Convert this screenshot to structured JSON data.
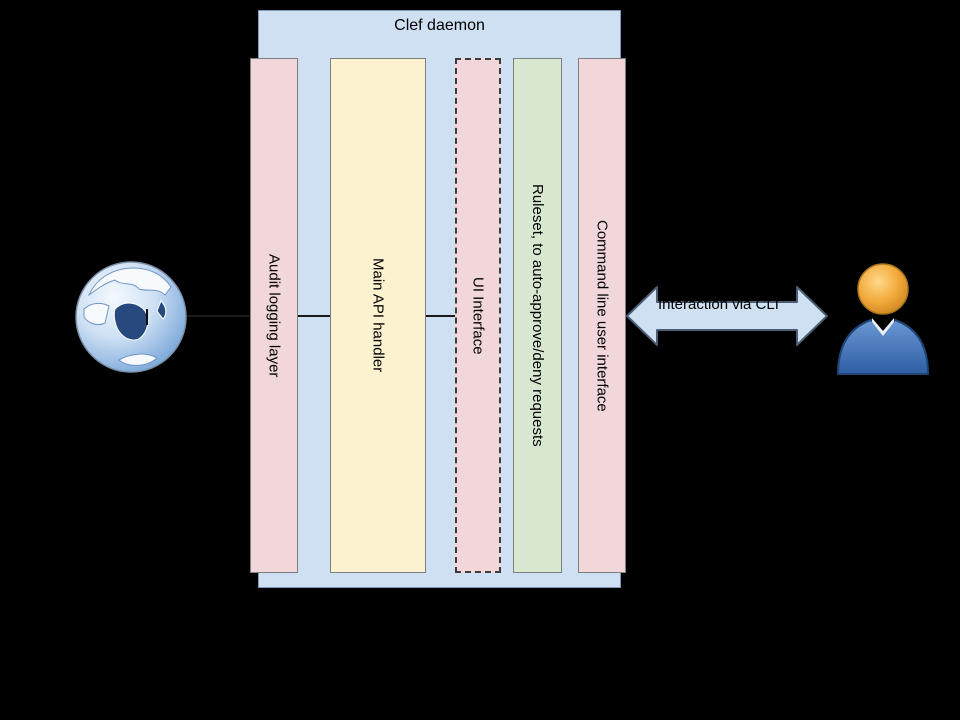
{
  "container": {
    "title": "Clef daemon"
  },
  "columns": [
    {
      "id": "audit",
      "label": "Audit logging layer",
      "color": "pink_fill",
      "border": "solid"
    },
    {
      "id": "api",
      "label": "Main API handler",
      "color": "yellow_fill",
      "border": "solid"
    },
    {
      "id": "ui",
      "label": "UI Interface",
      "color": "pink_fill",
      "border": "dashed"
    },
    {
      "id": "ruleset",
      "label": "Ruleset, to auto-approve/deny requests",
      "color": "green_fill",
      "border": "solid"
    },
    {
      "id": "cli",
      "label": "Command line user interface",
      "color": "pink_fill",
      "border": "solid"
    }
  ],
  "arrow": {
    "label": "Interaction via CLI",
    "direction": "double-headed-horizontal"
  },
  "icons": {
    "left": "globe-icon",
    "right": "user-icon"
  },
  "colors": {
    "background": "#000000",
    "container_fill": "#cfe0f2",
    "container_border": "#7d97b8",
    "pink_fill": "#f2d7da",
    "yellow_fill": "#fdf2cf",
    "green_fill": "#d8e7d0",
    "column_border": "#7f7f7f",
    "arrow_fill": "#cfe0f2",
    "arrow_border": "#4a5d75",
    "text": "#000000"
  }
}
